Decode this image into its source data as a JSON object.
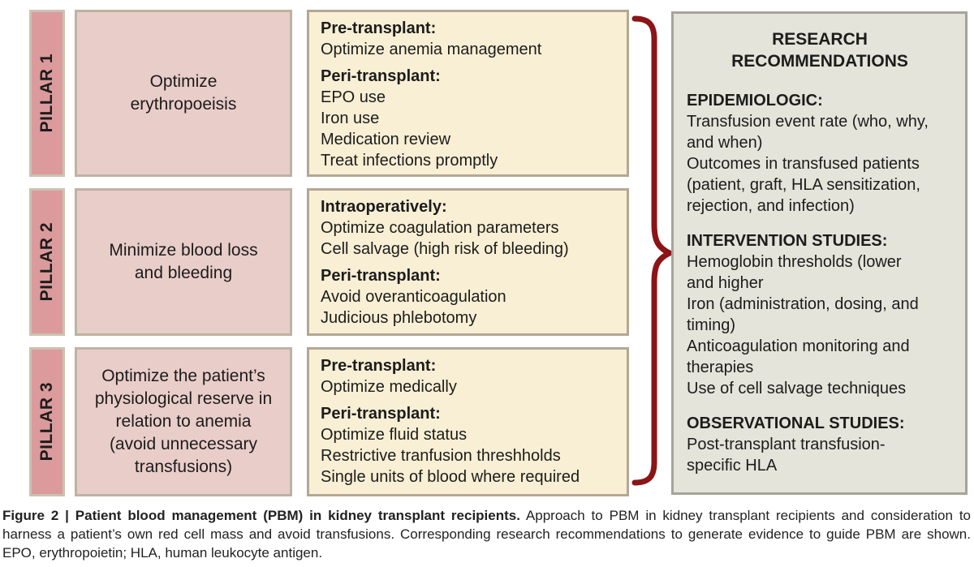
{
  "figure": {
    "pillars": [
      {
        "label": "PILLAR 1",
        "summary": "Optimize\nerythropoeisis",
        "details": [
          {
            "heading": "Pre-transplant:",
            "items": "Optimize anemia management"
          },
          {
            "heading": "Peri-transplant:",
            "items": "EPO use\nIron use\nMedication review\nTreat infections promptly"
          }
        ]
      },
      {
        "label": "PILLAR 2",
        "summary": "Minimize blood loss\nand bleeding",
        "details": [
          {
            "heading": "Intraoperatively:",
            "items": "Optimize coagulation parameters\nCell salvage (high risk of bleeding)"
          },
          {
            "heading": "Peri-transplant:",
            "items": "Avoid overanticoagulation\nJudicious phlebotomy"
          }
        ]
      },
      {
        "label": "PILLAR 3",
        "summary": "Optimize the patient’s\nphysiological reserve in\nrelation to anemia\n(avoid unnecessary\ntransfusions)",
        "details": [
          {
            "heading": "Pre-transplant:",
            "items": "Optimize medically"
          },
          {
            "heading": "Peri-transplant:",
            "items": "Optimize fluid status\nRestrictive tranfusion threshholds\nSingle units of blood where required"
          }
        ]
      }
    ],
    "research": {
      "title": "RESEARCH\nRECOMMENDATIONS",
      "sections": [
        {
          "heading": "EPIDEMIOLOGIC:",
          "items": "Transfusion event rate (who, why,\nand when)\nOutcomes in transfused patients\n(patient, graft, HLA sensitization,\nrejection, and infection)"
        },
        {
          "heading": "INTERVENTION STUDIES:",
          "items": "Hemoglobin thresholds (lower\nand higher\nIron (administration, dosing, and\ntiming)\nAnticoagulation monitoring and\ntherapies\nUse of cell salvage techniques"
        },
        {
          "heading": "OBSERVATIONAL STUDIES:",
          "items": "Post-transplant transfusion-\nspecific HLA"
        }
      ]
    },
    "caption": {
      "bold": "Figure 2 | Patient blood management (PBM) in kidney transplant recipients.",
      "text": " Approach to PBM in kidney transplant recipients and consideration to harness a patient’s own red cell mass and avoid transfusions. Corresponding research recommendations to generate evidence to guide PBM are shown. EPO, erythropoietin; HLA, human leukocyte antigen."
    },
    "colors": {
      "pillar_label_bg": "#db9a9b",
      "summary_box_bg": "#e9cdc9",
      "detail_box_bg": "#f8efd4",
      "research_box_bg": "#e4e4da",
      "box_border_tan": "#b3a795",
      "brace_red": "#8b1417"
    }
  }
}
